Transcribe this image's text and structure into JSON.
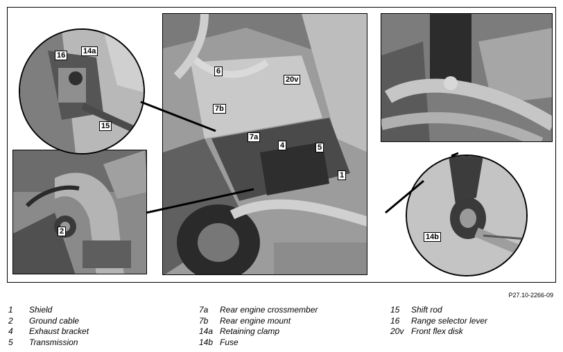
{
  "figure_ref": "P27.10-2266-09",
  "callouts": {
    "c16": "16",
    "c14a": "14a",
    "c15": "15",
    "c2": "2",
    "c6": "6",
    "c20v": "20v",
    "c7b": "7b",
    "c7a": "7a",
    "c4": "4",
    "c5": "5",
    "c1": "1",
    "c14b": "14b"
  },
  "legend": {
    "col1": [
      {
        "num": "1",
        "text": "Shield"
      },
      {
        "num": "2",
        "text": "Ground cable"
      },
      {
        "num": "4",
        "text": "Exhaust bracket"
      },
      {
        "num": "5",
        "text": "Transmission"
      }
    ],
    "col2": [
      {
        "num": "7a",
        "text": "Rear engine crossmember"
      },
      {
        "num": "7b",
        "text": "Rear engine mount"
      },
      {
        "num": "14a",
        "text": "Retaining clamp"
      },
      {
        "num": "14b",
        "text": "Fuse"
      }
    ],
    "col3": [
      {
        "num": "15",
        "text": "Shift rod"
      },
      {
        "num": "16",
        "text": "Range selector lever"
      },
      {
        "num": "20v",
        "text": "Front flex disk"
      }
    ]
  }
}
